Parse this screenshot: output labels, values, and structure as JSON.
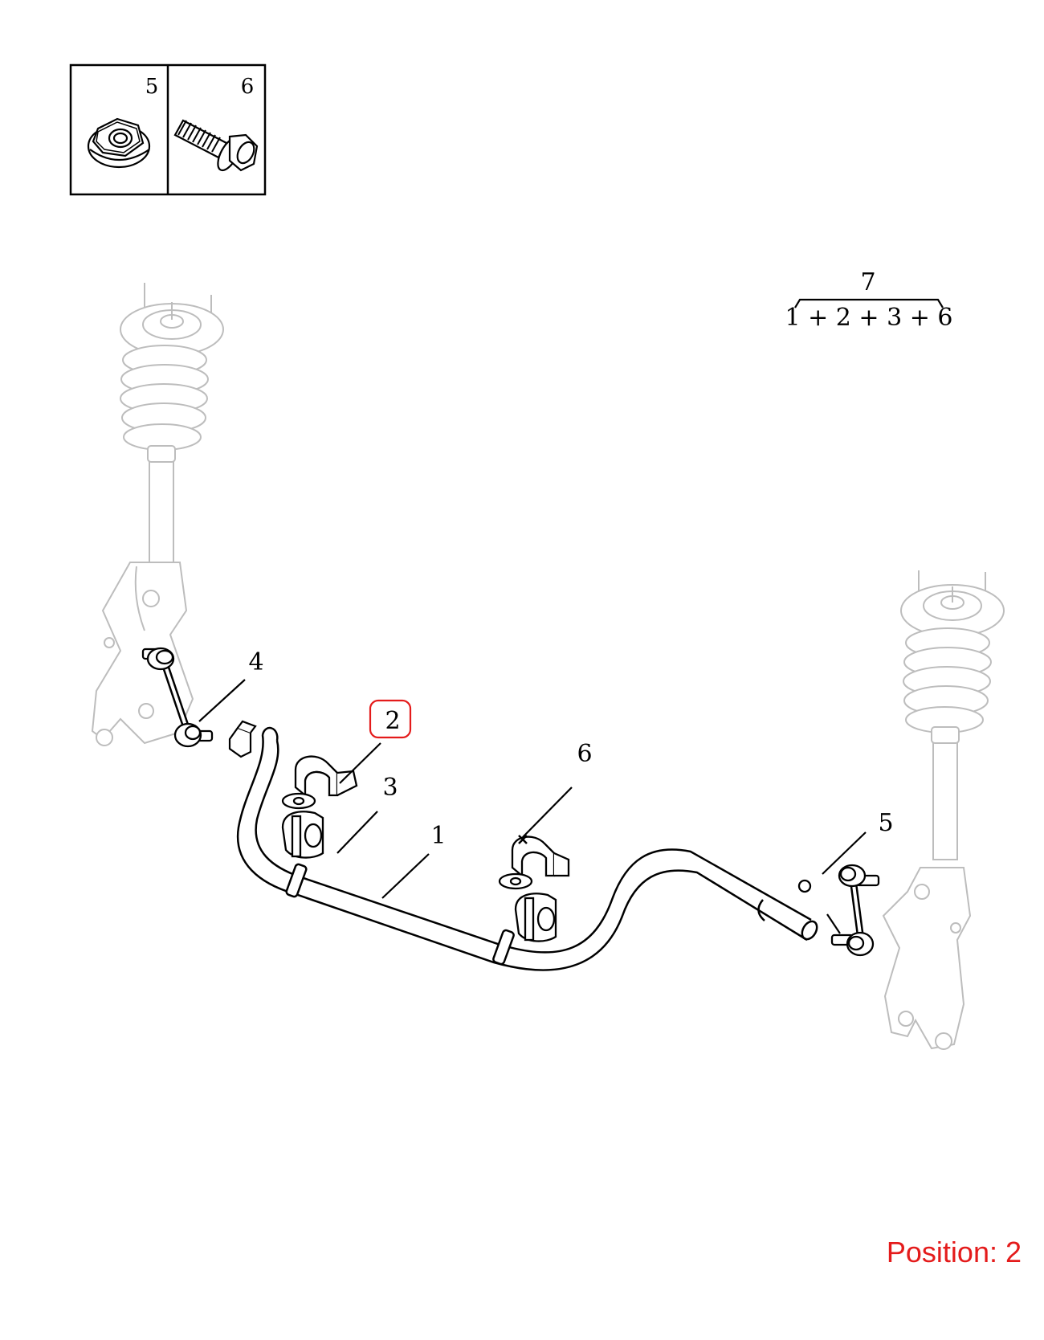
{
  "legend_box": {
    "cells": [
      {
        "label": "5",
        "icon": "flange-nut-icon"
      },
      {
        "label": "6",
        "icon": "flange-bolt-icon"
      }
    ]
  },
  "kit": {
    "number": "7",
    "formula": "1 + 2 + 3 + 6"
  },
  "callouts": [
    {
      "id": "callout-1",
      "label": "1"
    },
    {
      "id": "callout-2",
      "label": "2",
      "highlighted": true
    },
    {
      "id": "callout-3",
      "label": "3"
    },
    {
      "id": "callout-4",
      "label": "4"
    },
    {
      "id": "callout-5",
      "label": "5"
    },
    {
      "id": "callout-6",
      "label": "6"
    }
  ],
  "position_label": "Position: 2",
  "colors": {
    "line": "#000000",
    "ghost": "#bdbdbd",
    "highlight": "#e41b1b",
    "background": "#ffffff"
  }
}
